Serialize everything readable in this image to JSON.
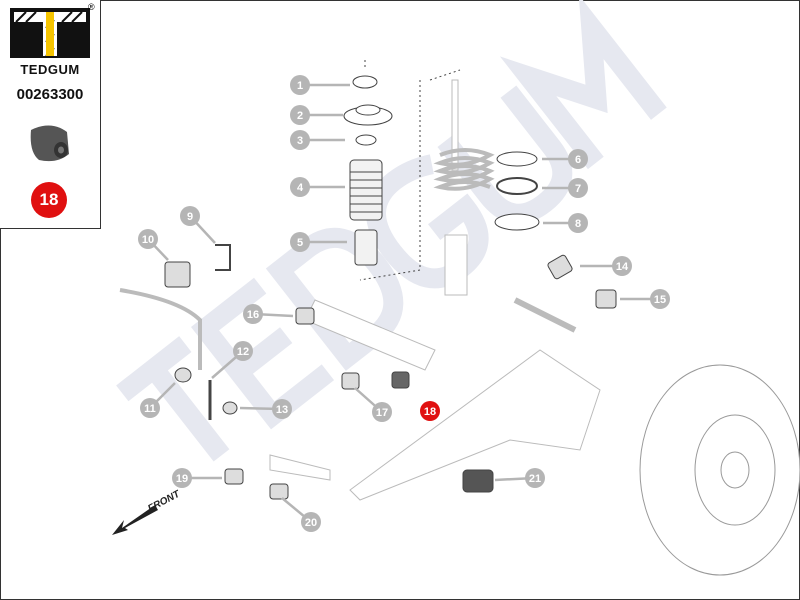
{
  "brand": {
    "name": "TEDGUM",
    "registered": "®"
  },
  "part_number": "00263300",
  "highlighted_callout": "18",
  "callouts": [
    "1",
    "2",
    "3",
    "4",
    "5",
    "6",
    "7",
    "8",
    "9",
    "10",
    "11",
    "12",
    "13",
    "14",
    "15",
    "16",
    "17",
    "18",
    "19",
    "20",
    "21"
  ],
  "watermark": "TEDGUM",
  "direction_label": "FRONT",
  "colors": {
    "accent": "#e01010",
    "callout": "#b5b5b5",
    "logo_yellow": "#f5c400",
    "watermark": "#e6e8f0"
  }
}
